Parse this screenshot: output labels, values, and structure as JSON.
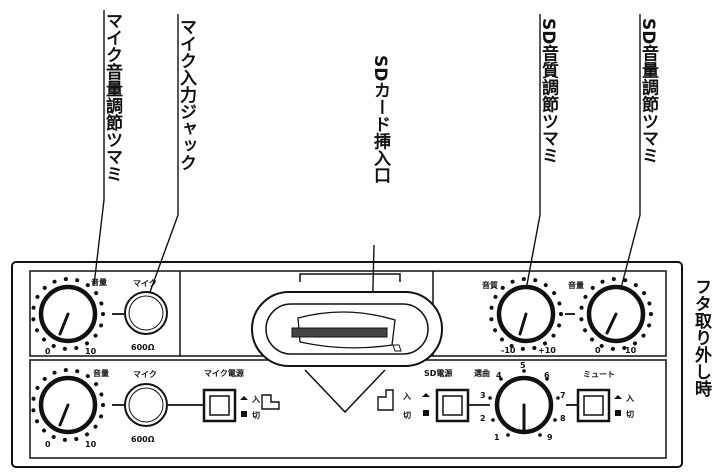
{
  "callouts": {
    "mic_volume_knob": "マイク音量調節ツマミ",
    "mic_input_jack": "マイク入力ジャック",
    "sd_card_slot": "SDカード挿入口",
    "sd_tone_knob": "SD音質調節ツマミ",
    "sd_volume_knob": "SD音量調節ツマミ"
  },
  "side_caption": "フタ取り外し時",
  "upper_row": {
    "mic_volume": {
      "label": "音量",
      "min": "0",
      "max": "10"
    },
    "mic_jack": {
      "label": "マイク",
      "impedance": "600Ω"
    },
    "sd_tone": {
      "label": "音質",
      "min": "-10",
      "max": "+10"
    },
    "sd_volume": {
      "label": "音量",
      "min": "0",
      "max": "10"
    }
  },
  "lower_row": {
    "mic_volume": {
      "label": "音量",
      "min": "0",
      "max": "10"
    },
    "mic_jack": {
      "label": "マイク",
      "impedance": "600Ω"
    },
    "mic_power": {
      "label": "マイク電源",
      "on": "入",
      "off": "切"
    },
    "sd_power": {
      "label": "SD電源",
      "on": "入",
      "off": "切"
    },
    "track_select": {
      "label": "選曲",
      "numbers": [
        "1",
        "2",
        "3",
        "4",
        "5",
        "6",
        "7",
        "8",
        "9"
      ]
    },
    "mute": {
      "label": "ミュート",
      "on": "入",
      "off": "切"
    }
  }
}
